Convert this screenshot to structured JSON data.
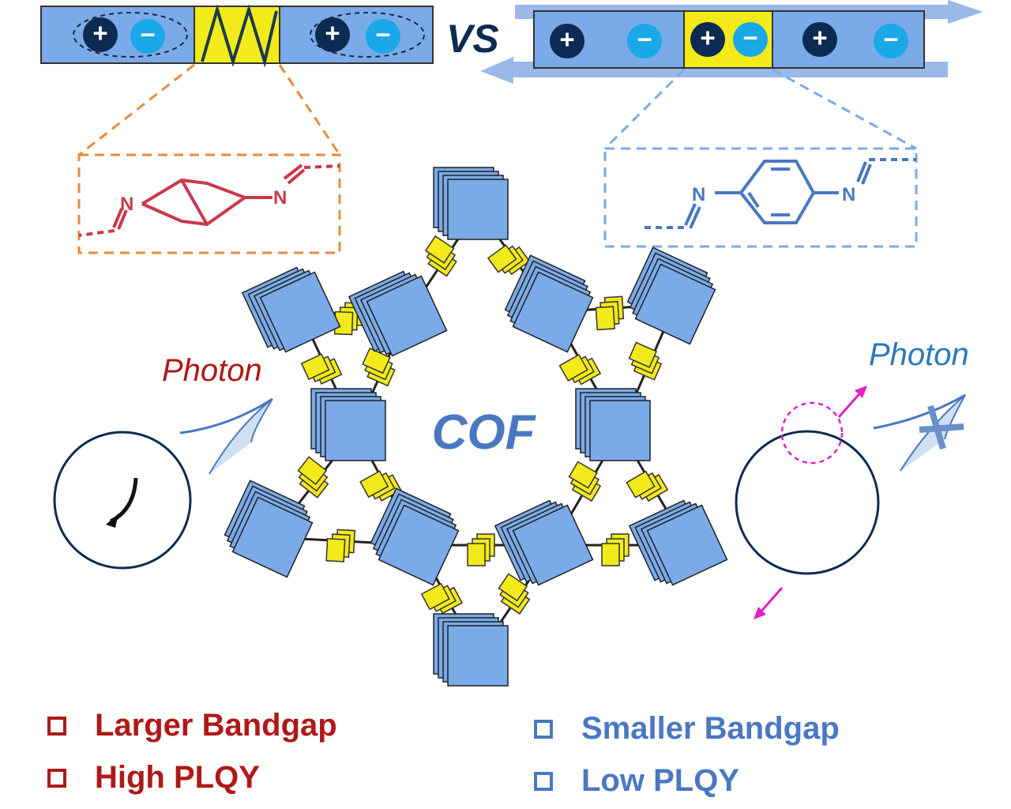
{
  "vs_label": "VS",
  "charge_plus": "+",
  "charge_minus": "−",
  "nitrogen": "N",
  "center_label": "COF",
  "photon_left": "Photon",
  "photon_right": "Photon",
  "legend_left": [
    "Larger Bandgap",
    "High PLQY"
  ],
  "legend_right": [
    "Smaller Bandgap",
    "Low PLQY"
  ],
  "colors": {
    "red": "#b01818",
    "blue": "#4a78c0",
    "block": "#7aaae8",
    "yellow": "#f2ea1a",
    "navy": "#0d2b52",
    "cyan": "#1aa8e8",
    "magenta": "#e020c8",
    "orange": "#e88a3a"
  }
}
